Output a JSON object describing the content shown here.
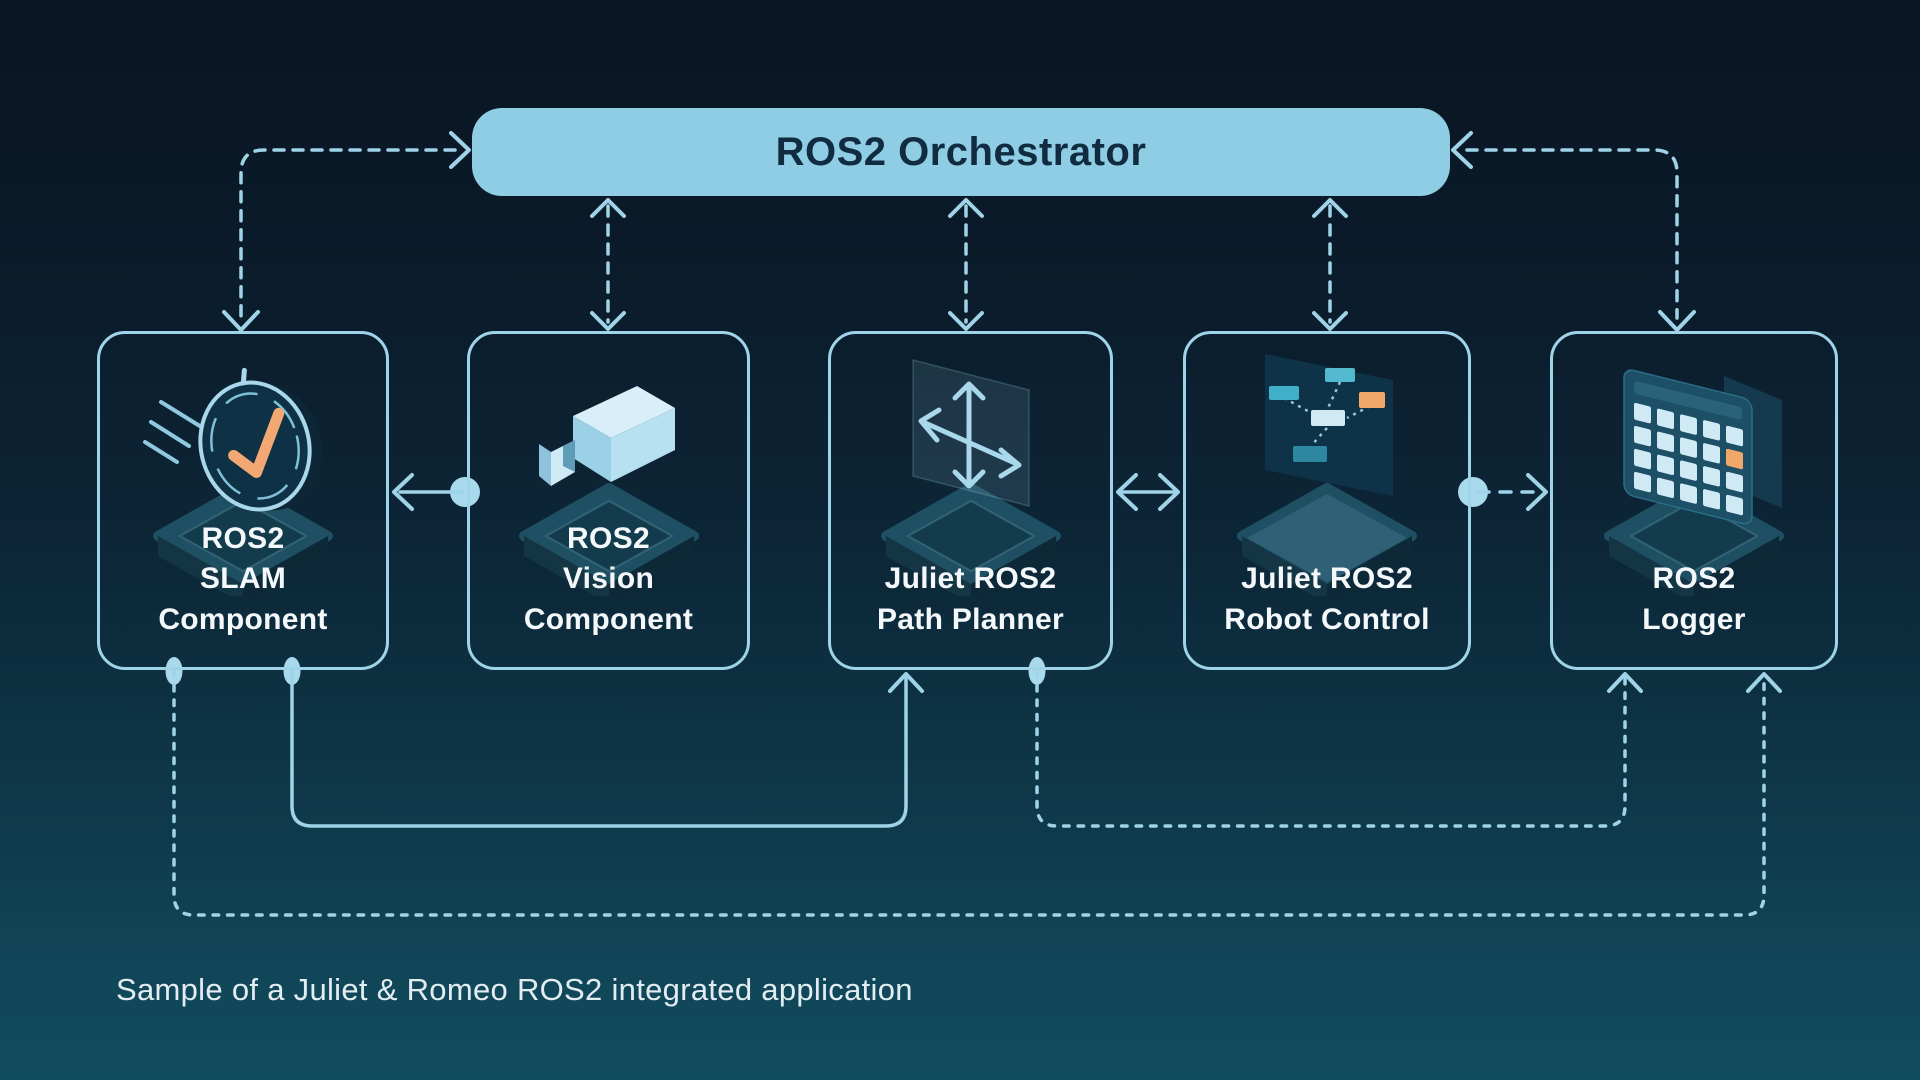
{
  "orchestrator": {
    "label": "ROS2 Orchestrator"
  },
  "components": [
    {
      "id": "slam",
      "label": "ROS2\nSLAM\nComponent",
      "icon": "stopwatch-check-icon"
    },
    {
      "id": "vision",
      "label": "ROS2\nVision\nComponent",
      "icon": "camera-icon"
    },
    {
      "id": "path-planner",
      "label": "Juliet ROS2\nPath Planner",
      "icon": "move-arrows-icon"
    },
    {
      "id": "robot-control",
      "label": "Juliet ROS2\nRobot Control",
      "icon": "node-graph-icon"
    },
    {
      "id": "logger",
      "label": "ROS2\nLogger",
      "icon": "log-grid-icon"
    }
  ],
  "caption": "Sample of a Juliet & Romeo ROS2 integrated application",
  "connections": [
    {
      "from": "orchestrator",
      "to": "slam",
      "style": "dashed",
      "bidirectional": true
    },
    {
      "from": "orchestrator",
      "to": "vision",
      "style": "dashed",
      "bidirectional": true
    },
    {
      "from": "orchestrator",
      "to": "path-planner",
      "style": "dashed",
      "bidirectional": true
    },
    {
      "from": "orchestrator",
      "to": "robot-control",
      "style": "dashed",
      "bidirectional": true
    },
    {
      "from": "orchestrator",
      "to": "logger",
      "style": "dashed",
      "bidirectional": true
    },
    {
      "from": "vision",
      "to": "slam",
      "style": "solid",
      "bidirectional": false
    },
    {
      "from": "path-planner",
      "to": "robot-control",
      "style": "solid",
      "bidirectional": true
    },
    {
      "from": "robot-control",
      "to": "logger",
      "style": "dashed",
      "bidirectional": false
    },
    {
      "from": "slam",
      "to": "path-planner",
      "style": "solid",
      "bidirectional": false
    },
    {
      "from": "path-planner",
      "to": "logger",
      "style": "dashed",
      "bidirectional": false
    },
    {
      "from": "slam",
      "to": "logger",
      "style": "dashed",
      "bidirectional": false
    }
  ],
  "colors": {
    "background_top": "#091522",
    "background_bottom": "#114c5e",
    "accent_line": "#9fd3e7",
    "orchestrator_fill": "#8ecde4",
    "orchestrator_text": "#112b40",
    "label_text": "#f4f8fb",
    "orange_accent": "#f2a76a",
    "teal_node": "#3fb0c8"
  }
}
